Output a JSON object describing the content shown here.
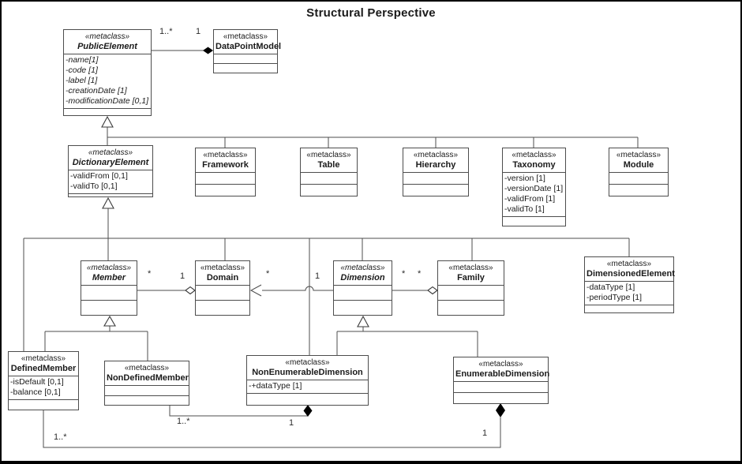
{
  "title": "Structural Perspective",
  "stereotype": "«metaclass»",
  "classes": {
    "publicElement": {
      "name": "PublicElement",
      "abstract": true,
      "attrs": [
        "-name[1]",
        "-code [1]",
        "-label [1]",
        "-creationDate [1]",
        "-modificationDate [0,1]"
      ]
    },
    "dataPointModel": {
      "name": "DataPointModel",
      "attrs": []
    },
    "dictionaryElement": {
      "name": "DictionaryElement",
      "abstract": true,
      "attrs": [
        "-validFrom [0,1]",
        "-validTo [0,1]"
      ]
    },
    "framework": {
      "name": "Framework",
      "attrs": []
    },
    "table": {
      "name": "Table",
      "attrs": []
    },
    "hierarchy": {
      "name": "Hierarchy",
      "attrs": []
    },
    "taxonomy": {
      "name": "Taxonomy",
      "attrs": [
        "-version [1]",
        "-versionDate [1]",
        "-validFrom [1]",
        "-validTo [1]"
      ]
    },
    "module": {
      "name": "Module",
      "attrs": []
    },
    "member": {
      "name": "Member",
      "abstract": true,
      "attrs": []
    },
    "domain": {
      "name": "Domain",
      "attrs": []
    },
    "dimension": {
      "name": "Dimension",
      "abstract": true,
      "attrs": []
    },
    "family": {
      "name": "Family",
      "attrs": []
    },
    "dimensionedElement": {
      "name": "DimensionedElement",
      "attrs": [
        "-dataType [1]",
        "-periodType [1]"
      ]
    },
    "definedMember": {
      "name": "DefinedMember",
      "attrs": [
        "-isDefault [0,1]",
        "-balance [0,1]"
      ]
    },
    "nonDefinedMember": {
      "name": "NonDefinedMember",
      "attrs": []
    },
    "nonEnumerableDimension": {
      "name": "NonEnumerableDimension",
      "attrs": [
        "-+dataType [1]"
      ]
    },
    "enumerableDimension": {
      "name": "EnumerableDimension",
      "attrs": []
    }
  },
  "multiplicities": {
    "model_publicElement_end": "1..*",
    "model_dataPointModel_end": "1",
    "memberDomain_member_end": "*",
    "memberDomain_domain_end": "1",
    "dimensionDomain_domain_end": "*",
    "dimensionDomain_dimension_end": "1",
    "dimensionFamily_dimension_end": "*",
    "dimensionFamily_family_end": "*",
    "nonDefined_member_end": "1..*",
    "nonDefined_dimension_end": "1",
    "defined_member_end": "1..*",
    "defined_dimension_end": "1"
  }
}
